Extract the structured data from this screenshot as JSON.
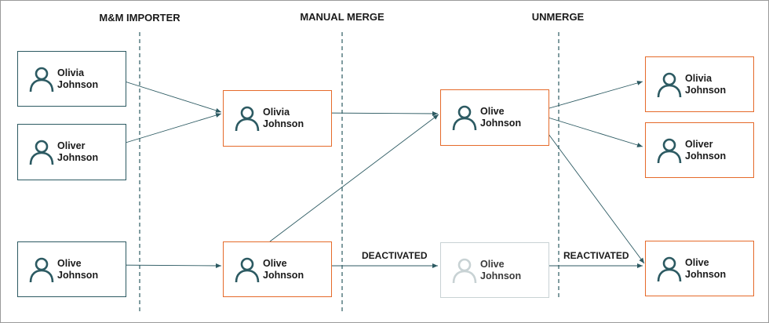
{
  "columns": {
    "importer": "M&M IMPORTER",
    "manual_merge": "MANUAL MERGE",
    "unmerge": "UNMERGE"
  },
  "edge_labels": {
    "deactivated": "DEACTIVATED",
    "reactivated": "REACTIVATED"
  },
  "colors": {
    "teal": "#2c5a62",
    "orange": "#e56a2a",
    "inactive": "#c8d2d4",
    "divider": "#2c5a62"
  },
  "records": {
    "src_olivia": {
      "first": "Olivia",
      "last": "Johnson",
      "state": "source"
    },
    "src_oliver": {
      "first": "Oliver",
      "last": "Johnson",
      "state": "source"
    },
    "src_olive": {
      "first": "Olive",
      "last": "Johnson",
      "state": "source"
    },
    "mm_olivia": {
      "first": "Olivia",
      "last": "Johnson",
      "state": "active"
    },
    "mm_olive": {
      "first": "Olive",
      "last": "Johnson",
      "state": "active"
    },
    "merge_olive": {
      "first": "Olive",
      "last": "Johnson",
      "state": "active"
    },
    "merge_olive_deactivated": {
      "first": "Olive",
      "last": "Johnson",
      "state": "deactivated"
    },
    "out_olivia": {
      "first": "Olivia",
      "last": "Johnson",
      "state": "active"
    },
    "out_oliver": {
      "first": "Oliver",
      "last": "Johnson",
      "state": "active"
    },
    "out_olive": {
      "first": "Olive",
      "last": "Johnson",
      "state": "active"
    }
  },
  "icon": "person-icon"
}
